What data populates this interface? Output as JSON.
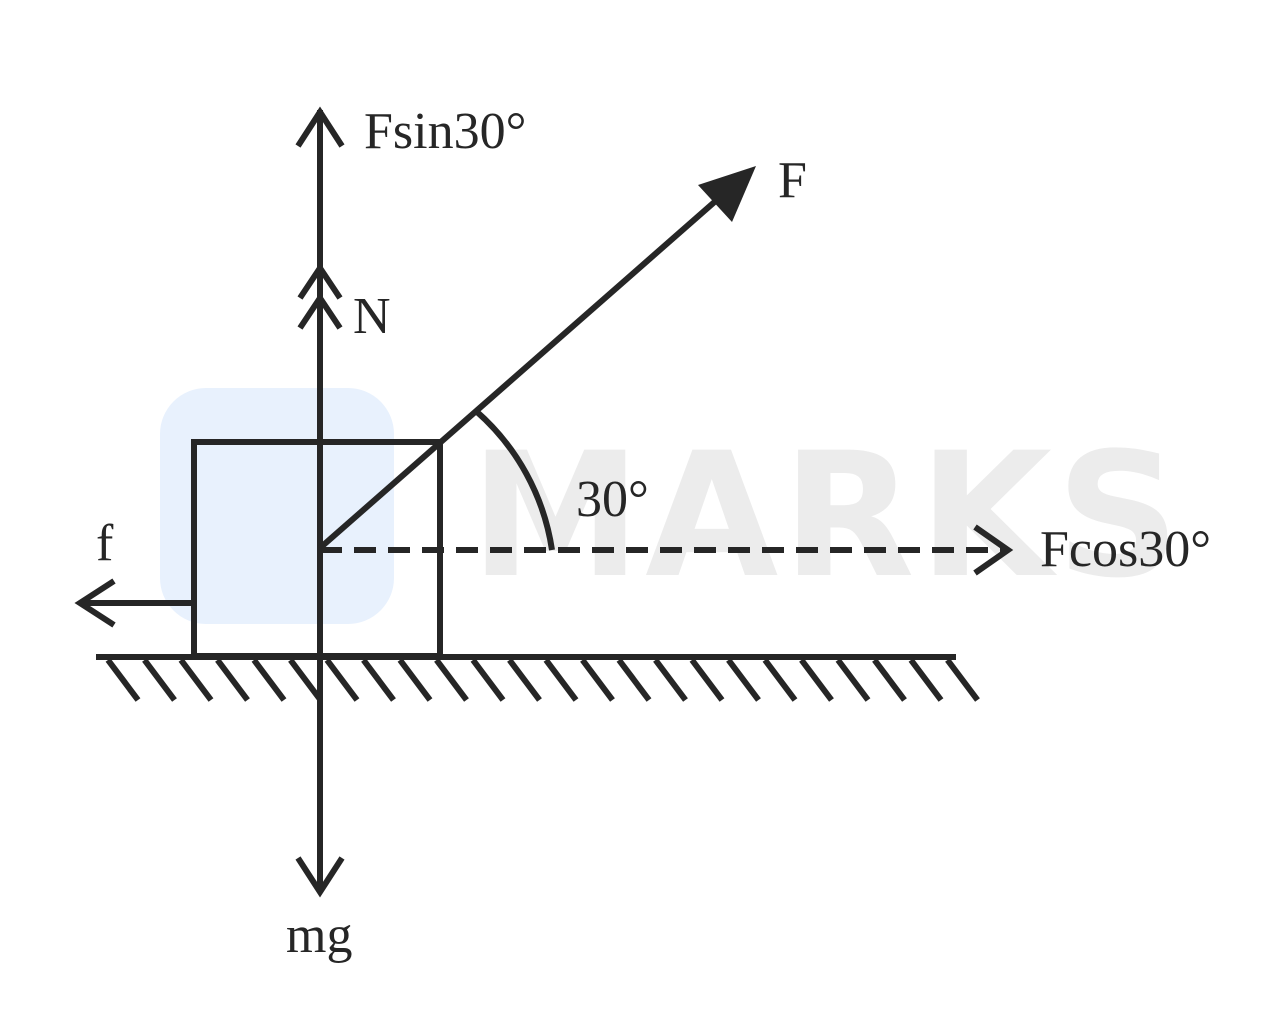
{
  "watermark": {
    "text": "MARKS"
  },
  "labels": {
    "f_sin": "Fsin30°",
    "f": "F",
    "normal": "N",
    "angle": "30°",
    "friction": "f",
    "f_cos": "Fcos30°",
    "weight": "mg"
  }
}
